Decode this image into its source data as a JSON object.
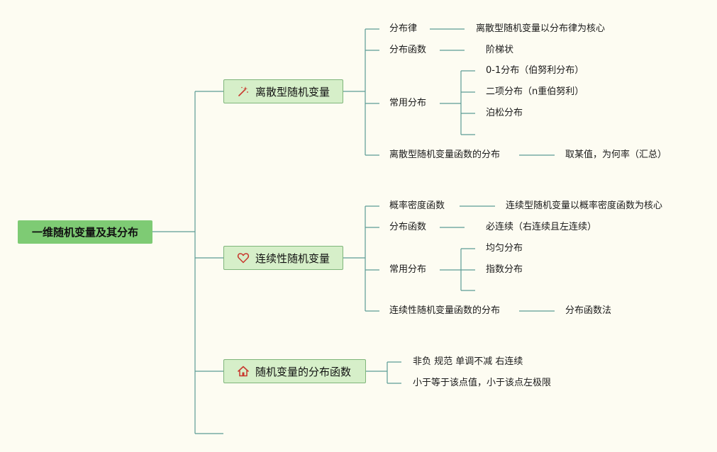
{
  "root": {
    "label": "一维随机变量及其分布"
  },
  "discrete": {
    "label": "离散型随机变量",
    "icon": "magic-wand-icon",
    "law": {
      "label": "分布律",
      "note": "离散型随机变量以分布律为核心"
    },
    "cdf": {
      "label": "分布函数",
      "note": "阶梯状"
    },
    "common": {
      "label": "常用分布",
      "items": [
        "0-1分布（伯努利分布）",
        "二项分布（n重伯努利）",
        "泊松分布"
      ]
    },
    "func": {
      "label": "离散型随机变量函数的分布",
      "note": "取某值，为何率（汇总）"
    }
  },
  "continuous": {
    "label": "连续性随机变量",
    "icon": "heart-icon",
    "pdf": {
      "label": "概率密度函数",
      "note": "连续型随机变量以概率密度函数为核心"
    },
    "cdf": {
      "label": "分布函数",
      "note": "必连续（右连续且左连续）"
    },
    "common": {
      "label": "常用分布",
      "items": [
        "均匀分布",
        "指数分布"
      ]
    },
    "func": {
      "label": "连续性随机变量函数的分布",
      "note": "分布函数法"
    }
  },
  "dist_function": {
    "label": "随机变量的分布函数",
    "icon": "home-icon",
    "props": [
      "非负 规范 单调不减 右连续",
      "小于等于该点值，小于该点左极限"
    ]
  },
  "colors": {
    "line": "#5c9c95",
    "root_fill": "#7ecb74",
    "branch_fill": "#d6efc9",
    "icon_red": "#c8372d"
  }
}
